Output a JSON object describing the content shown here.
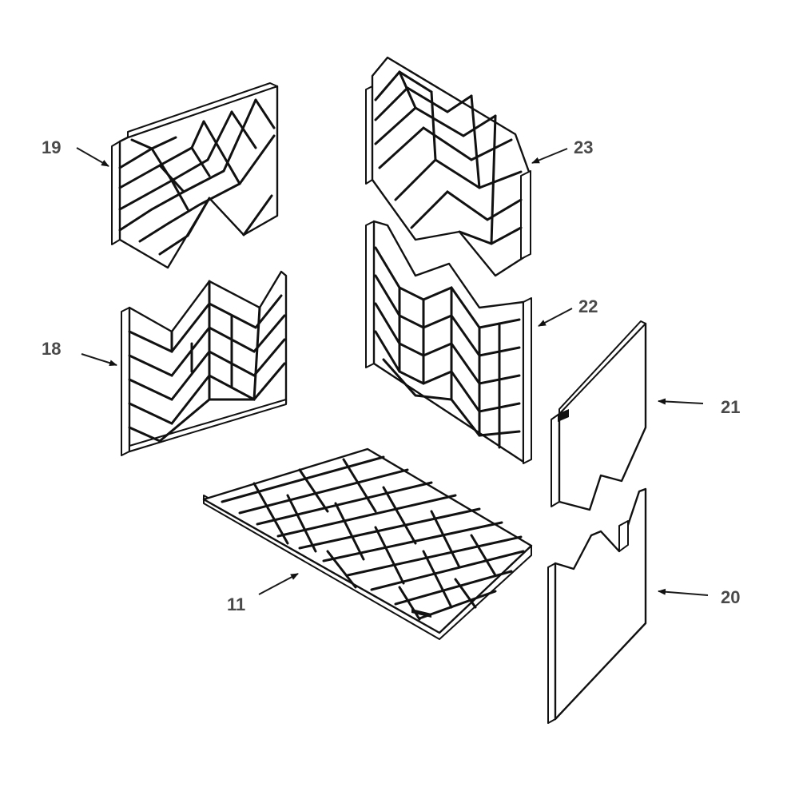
{
  "diagram": {
    "parts": [
      {
        "id": "19",
        "label": "19"
      },
      {
        "id": "18",
        "label": "18"
      },
      {
        "id": "23",
        "label": "23"
      },
      {
        "id": "22",
        "label": "22"
      },
      {
        "id": "21",
        "label": "21"
      },
      {
        "id": "11",
        "label": "11"
      },
      {
        "id": "20",
        "label": "20"
      }
    ]
  }
}
